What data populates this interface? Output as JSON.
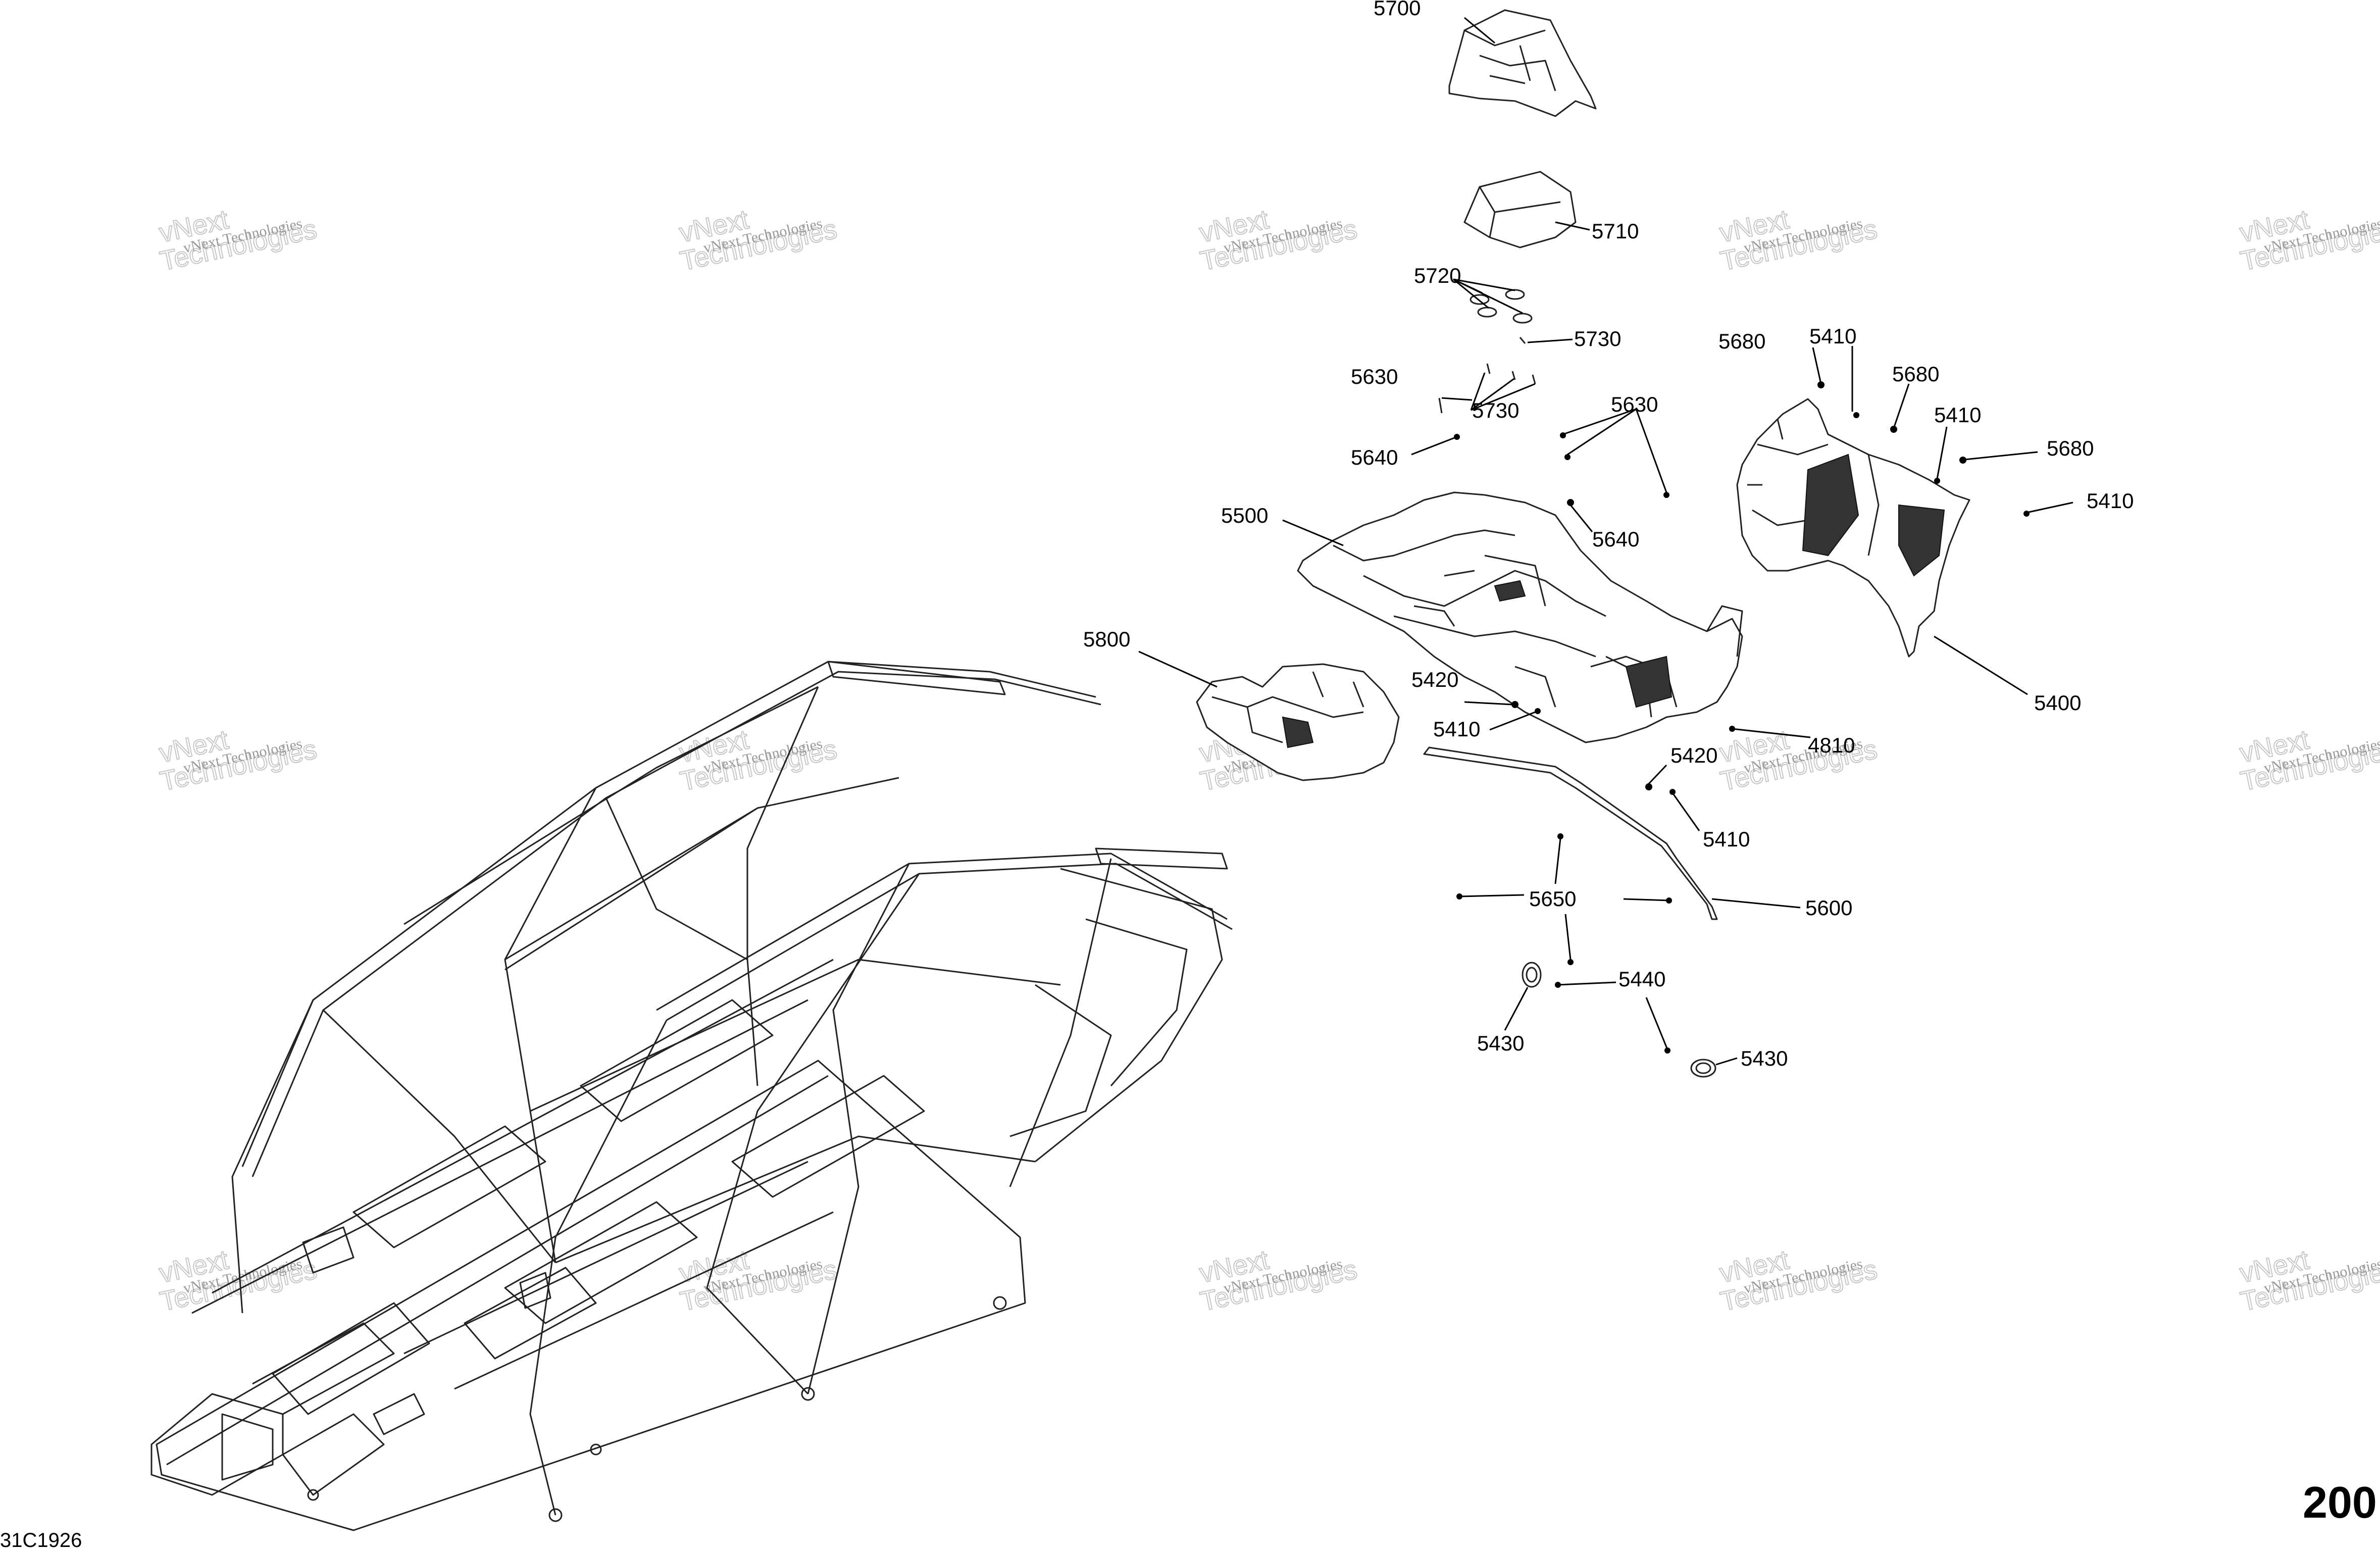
{
  "figure": {
    "id_code": "31C1926",
    "page_number": "200"
  },
  "watermark": {
    "line1": "vNext Technologies",
    "line2a": "vNext",
    "line2b": "Technologies"
  },
  "callouts": [
    {
      "key": "5700",
      "label": "5700"
    },
    {
      "key": "5710",
      "label": "5710"
    },
    {
      "key": "5720",
      "label": "5720"
    },
    {
      "key": "5730a",
      "label": "5730"
    },
    {
      "key": "5730b",
      "label": "5730"
    },
    {
      "key": "5630a",
      "label": "5630"
    },
    {
      "key": "5630b",
      "label": "5630"
    },
    {
      "key": "5640a",
      "label": "5640"
    },
    {
      "key": "5640b",
      "label": "5640"
    },
    {
      "key": "5680a",
      "label": "5680"
    },
    {
      "key": "5680b",
      "label": "5680"
    },
    {
      "key": "5680c",
      "label": "5680"
    },
    {
      "key": "5410a",
      "label": "5410"
    },
    {
      "key": "5410b",
      "label": "5410"
    },
    {
      "key": "5410c",
      "label": "5410"
    },
    {
      "key": "5410d",
      "label": "5410"
    },
    {
      "key": "5410e",
      "label": "5410"
    },
    {
      "key": "5500",
      "label": "5500"
    },
    {
      "key": "5400",
      "label": "5400"
    },
    {
      "key": "5800",
      "label": "5800"
    },
    {
      "key": "5420a",
      "label": "5420"
    },
    {
      "key": "5420b",
      "label": "5420"
    },
    {
      "key": "4810",
      "label": "4810"
    },
    {
      "key": "5600",
      "label": "5600"
    },
    {
      "key": "5650",
      "label": "5650"
    },
    {
      "key": "5440",
      "label": "5440"
    },
    {
      "key": "5430a",
      "label": "5430"
    },
    {
      "key": "5430b",
      "label": "5430"
    }
  ]
}
